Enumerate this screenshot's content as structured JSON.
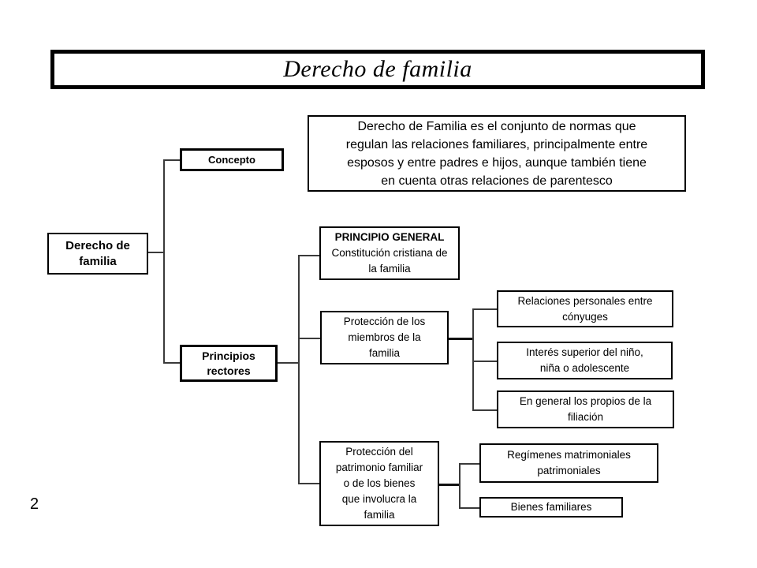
{
  "page": {
    "number": "2"
  },
  "colors": {
    "background": "#ffffff",
    "box_border": "#000000",
    "connector_line": "#3a3a3a",
    "text": "#000000"
  },
  "title": {
    "text": "Derecho de familia"
  },
  "definition": {
    "lines": [
      "Derecho de Familia es el conjunto de normas que",
      "regulan las relaciones familiares, principalmente entre",
      "esposos y entre padres e hijos, aunque también tiene",
      "en cuenta otras relaciones de parentesco"
    ]
  },
  "root": {
    "lines": [
      "Derecho de",
      "familia"
    ]
  },
  "branches": {
    "concepto": {
      "label": "Concepto"
    },
    "principios": {
      "lines": [
        "Principios",
        "rectores"
      ]
    }
  },
  "principles": {
    "general": {
      "heading": "PRINCIPIO GENERAL",
      "lines": [
        "Constitución cristiana de",
        "la familia"
      ]
    },
    "miembros": {
      "lines": [
        "Protección de los",
        "miembros de la",
        "familia"
      ]
    },
    "patrimonio": {
      "lines": [
        "Protección del",
        "patrimonio familiar",
        "o de los bienes",
        "que involucra la",
        "familia"
      ]
    }
  },
  "miembros_children": [
    {
      "lines": [
        "Relaciones personales entre",
        "cónyuges"
      ]
    },
    {
      "lines": [
        "Interés superior del niño,",
        "niña o adolescente"
      ]
    },
    {
      "lines": [
        "En general los propios de la",
        "filiación"
      ]
    }
  ],
  "patrimonio_children": [
    {
      "lines": [
        "Regímenes matrimoniales",
        "patrimoniales"
      ]
    },
    {
      "lines": [
        "Bienes familiares"
      ]
    }
  ]
}
